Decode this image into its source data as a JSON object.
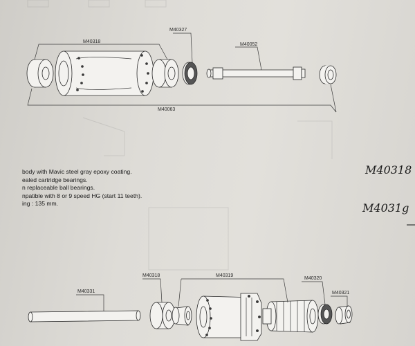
{
  "top_labels": {
    "a": "M40318",
    "b": "M40327",
    "c": "M40052",
    "d": "M40063"
  },
  "bottom_labels": {
    "a": "M40331",
    "b": "M40318",
    "c": "M40319",
    "d": "M40320",
    "e": "M40321"
  },
  "description": [
    " body with Mavic steel gray epoxy coating.",
    "ealed cartridge bearings.",
    "n replaceable ball bearings.",
    "npatible with 8 or 9 speed HG (start 11 teeth).",
    "ing : 135 mm."
  ],
  "handwritten": {
    "note1": "M40318",
    "note2": "M4031g"
  }
}
